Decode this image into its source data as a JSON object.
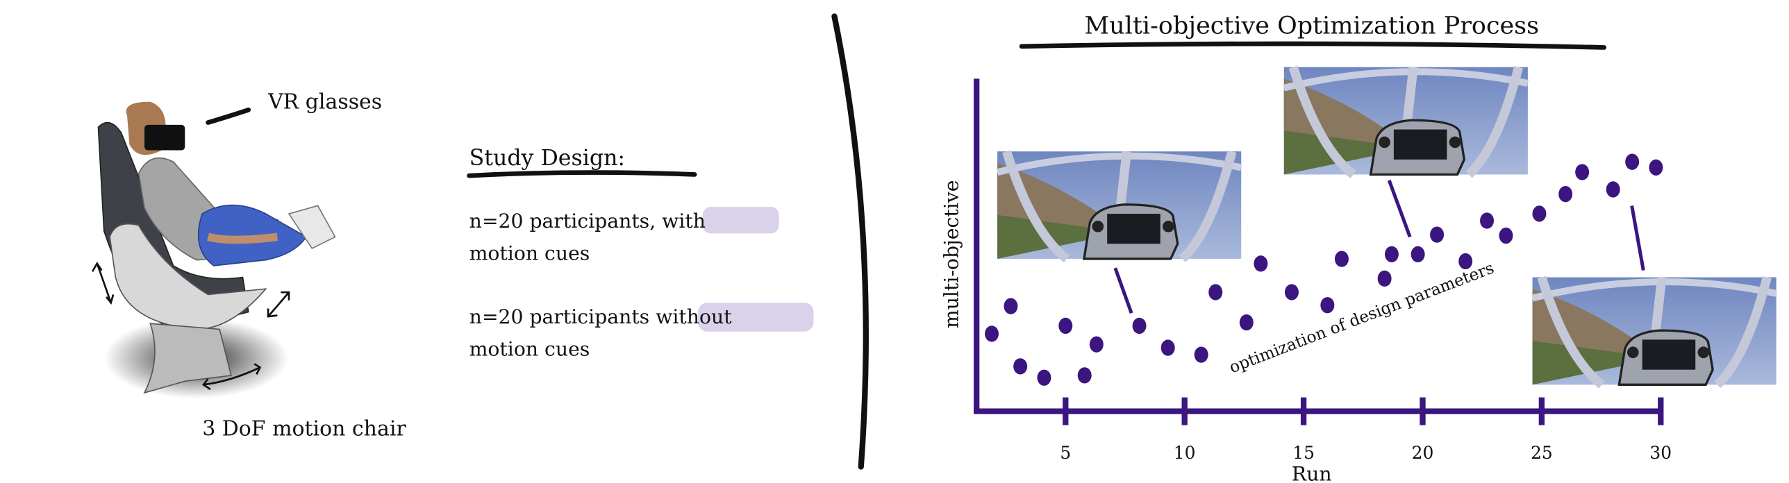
{
  "left": {
    "vr_label": "VR glasses",
    "chair_label": "3 DoF motion chair",
    "study_title": "Study Design:",
    "group1_line1_pre": "n=20 participants, ",
    "group1_line1_hl": "with",
    "group1_line2": "motion cues",
    "group2_line1_pre": "n=20 participants ",
    "group2_line1_hl": "without",
    "group2_line2": "motion cues",
    "highlight_color": "#d9d2ea"
  },
  "chart_data": {
    "type": "scatter",
    "title": "Multi-objective Optimization Process",
    "xlabel": "Run",
    "ylabel": "multi-objective",
    "annotation": "optimization of design parameters",
    "xlim": [
      0,
      30
    ],
    "ylim": [
      0,
      100
    ],
    "xticks": [
      5,
      10,
      15,
      20,
      25,
      30
    ],
    "xtick_labels": [
      "5",
      "10",
      "15",
      "20",
      "25",
      "30"
    ],
    "grid": false,
    "color": "#3b1580",
    "points": [
      {
        "x": 1.9,
        "y": 23.3
      },
      {
        "x": 2.7,
        "y": 31.6
      },
      {
        "x": 3.1,
        "y": 13.5
      },
      {
        "x": 4.1,
        "y": 10.1
      },
      {
        "x": 5.0,
        "y": 25.7
      },
      {
        "x": 5.8,
        "y": 10.8
      },
      {
        "x": 6.3,
        "y": 20.1
      },
      {
        "x": 8.1,
        "y": 25.7
      },
      {
        "x": 9.3,
        "y": 19.1
      },
      {
        "x": 10.7,
        "y": 17.0
      },
      {
        "x": 11.3,
        "y": 35.8
      },
      {
        "x": 12.6,
        "y": 26.7
      },
      {
        "x": 13.2,
        "y": 44.4
      },
      {
        "x": 14.5,
        "y": 35.8
      },
      {
        "x": 16.0,
        "y": 31.9
      },
      {
        "x": 16.6,
        "y": 45.8
      },
      {
        "x": 18.4,
        "y": 39.9
      },
      {
        "x": 18.7,
        "y": 47.2
      },
      {
        "x": 19.8,
        "y": 47.2
      },
      {
        "x": 20.6,
        "y": 53.1
      },
      {
        "x": 21.8,
        "y": 45.1
      },
      {
        "x": 22.7,
        "y": 57.3
      },
      {
        "x": 23.5,
        "y": 52.8
      },
      {
        "x": 24.9,
        "y": 59.4
      },
      {
        "x": 26.0,
        "y": 65.3
      },
      {
        "x": 26.7,
        "y": 71.9
      },
      {
        "x": 28.0,
        "y": 66.7
      },
      {
        "x": 28.8,
        "y": 75.0
      },
      {
        "x": 29.8,
        "y": 73.3
      }
    ]
  }
}
